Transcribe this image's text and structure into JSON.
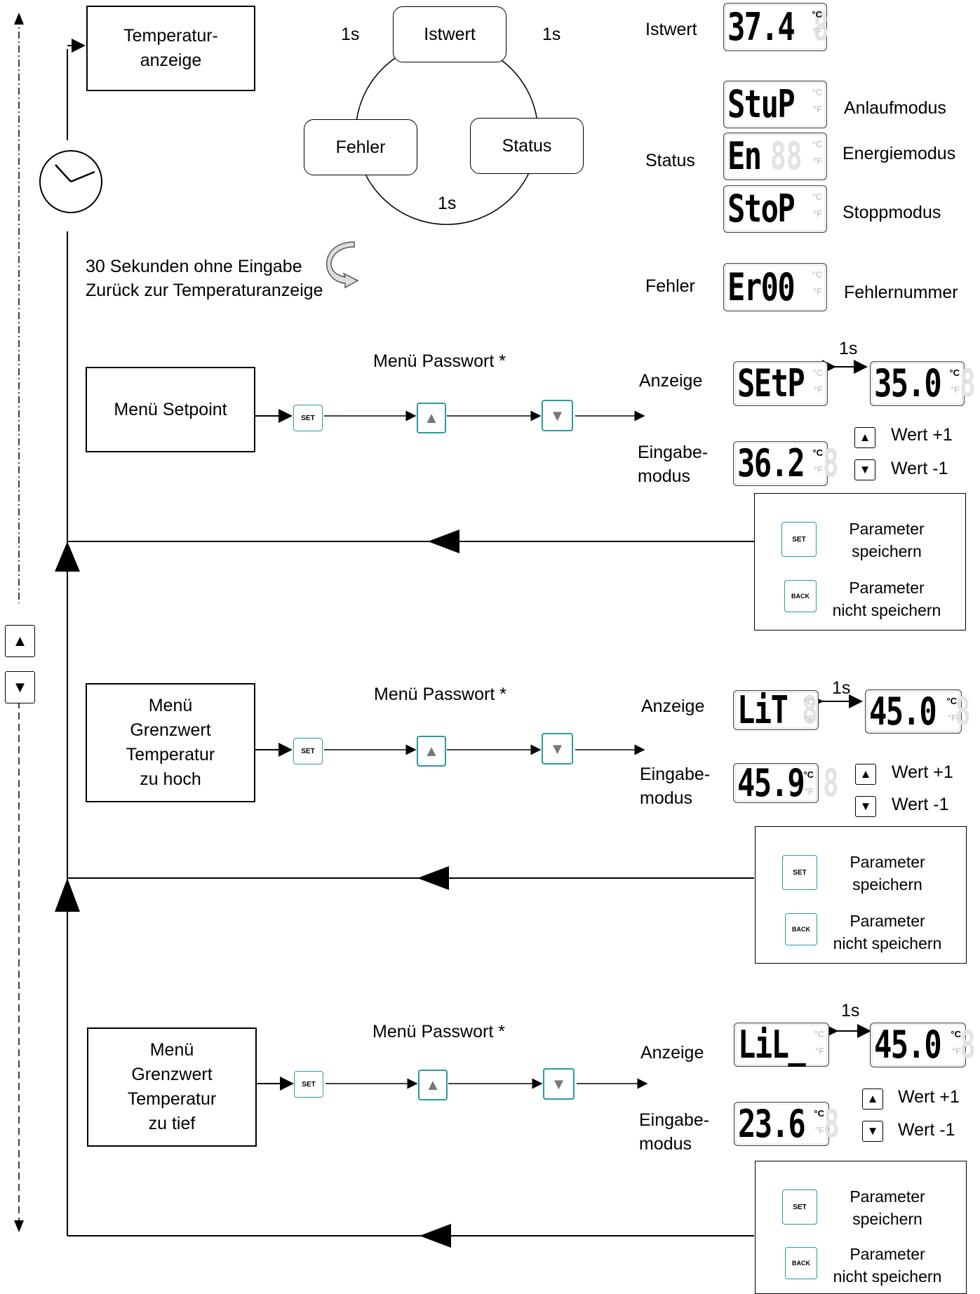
{
  "overview": {
    "temperature_box": "Temperatur-\nanzeige",
    "cycle": {
      "istwert": "Istwert",
      "status": "Status",
      "fehler": "Fehler",
      "interval_1": "1s",
      "interval_2": "1s",
      "interval_3": "1s"
    },
    "timeout_line1": "30 Sekunden ohne Eingabe",
    "timeout_line2": "Zurück zur Temperaturanzeige"
  },
  "displays": {
    "istwert": {
      "label": "Istwert",
      "value": "37.4",
      "unit_c": "°C",
      "unit_f": "°F"
    },
    "status": {
      "label": "Status",
      "modes": [
        {
          "code": "StuP",
          "desc": "Anlaufmodus"
        },
        {
          "code": "En",
          "desc": "Energiemodus"
        },
        {
          "code": "StoP",
          "desc": "Stoppmodus"
        }
      ]
    },
    "fehler": {
      "label": "Fehler",
      "code": "Er00",
      "desc": "Fehlernummer"
    }
  },
  "menus": [
    {
      "title": "Menü Setpoint",
      "password": "Menü Passwort *",
      "anzeige_label": "Anzeige",
      "display_code": "SEtP",
      "display_value": "35.0",
      "interval": "1s",
      "eingabe_label": "Eingabe-\nmodus",
      "input_value": "36.2",
      "plus": "Wert +1",
      "minus": "Wert -1",
      "save": "Parameter\nspeichern",
      "nosave": "Parameter\nnicht speichern"
    },
    {
      "title": "Menü\nGrenzwert\nTemperatur\nzu hoch",
      "password": "Menü Passwort *",
      "anzeige_label": "Anzeige",
      "display_code": "LiT",
      "display_value": "45.0",
      "interval": "1s",
      "eingabe_label": "Eingabe-\nmodus",
      "input_value": "45.9",
      "plus": "Wert +1",
      "minus": "Wert -1",
      "save": "Parameter\nspeichern",
      "nosave": "Parameter\nnicht speichern"
    },
    {
      "title": "Menü\nGrenzwert\nTemperatur\nzu tief",
      "password": "Menü Passwort *",
      "anzeige_label": "Anzeige",
      "display_code": "LiL_",
      "display_value": "45.0",
      "interval": "1s",
      "eingabe_label": "Eingabe-\nmodus",
      "input_value": "23.6",
      "plus": "Wert +1",
      "minus": "Wert -1",
      "save": "Parameter\nspeichern",
      "nosave": "Parameter\nnicht speichern"
    }
  ],
  "keys": {
    "set": "SET",
    "back": "BACK",
    "up": "▲",
    "down": "▼"
  }
}
